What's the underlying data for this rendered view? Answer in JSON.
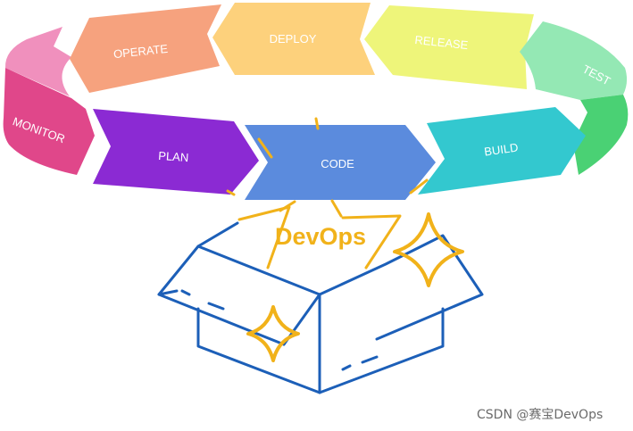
{
  "diagram": {
    "title": "DevOps",
    "stages": [
      {
        "id": "operate",
        "label": "OPERATE",
        "color": "#f6a27e"
      },
      {
        "id": "deploy",
        "label": "DEPLOY",
        "color": "#fdd17c"
      },
      {
        "id": "release",
        "label": "RELEASE",
        "color": "#eef57a"
      },
      {
        "id": "test",
        "label": "TEST",
        "color": "#94e8b4"
      },
      {
        "id": "monitor",
        "label": "MONITOR",
        "color": "#e0478a"
      },
      {
        "id": "plan",
        "label": "PLAN",
        "color": "#8b2ad3"
      },
      {
        "id": "code",
        "label": "CODE",
        "color": "#5b8bdd"
      },
      {
        "id": "build",
        "label": "BUILD",
        "color": "#33c8cf"
      }
    ],
    "accent_colors": {
      "box_outline": "#1c5fb8",
      "sparkle": "#f1b21a",
      "monitor_top": "#f090bd",
      "test_side": "#4ad174"
    }
  },
  "watermark": "CSDN @赛宝DevOps"
}
